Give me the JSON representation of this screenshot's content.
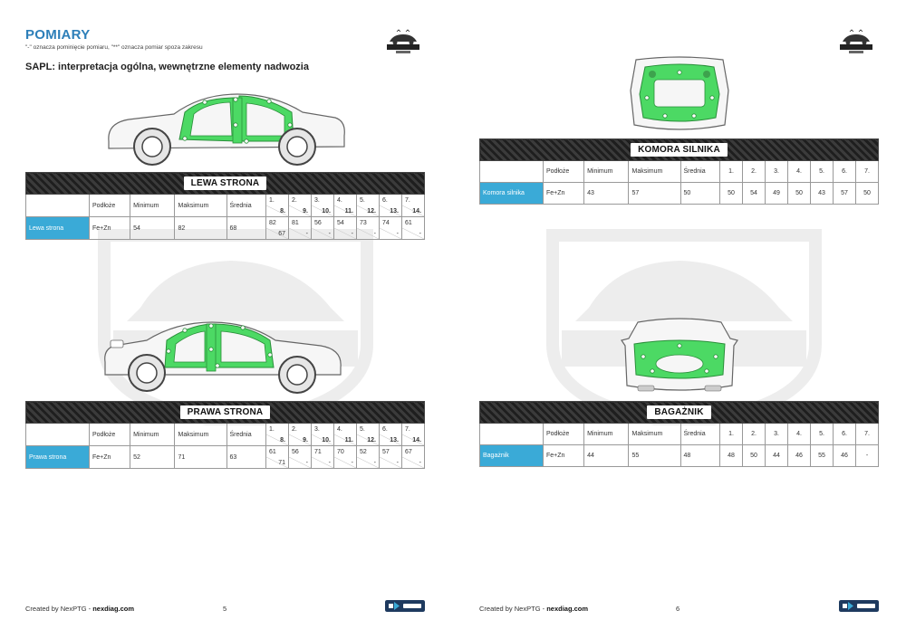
{
  "left_page": {
    "title": "POMIARY",
    "note": "\"-\" oznacza pominięcie pomiaru, \"**\" oznacza pomiar spoza zakresu",
    "subtitle": "SAPL: interpretacja ogólna, wewnętrzne elementy nadwozia",
    "logo_icon": "ft-automotive-logo",
    "tables": [
      {
        "header": "LEWA STRONA",
        "columns": [
          "Podłoże",
          "Minimum",
          "Maksimum",
          "Średnia"
        ],
        "point_labels": [
          [
            "1.",
            "8."
          ],
          [
            "2.",
            "9."
          ],
          [
            "3.",
            "10."
          ],
          [
            "4.",
            "11."
          ],
          [
            "5.",
            "12."
          ],
          [
            "6.",
            "13."
          ],
          [
            "7.",
            "14."
          ]
        ],
        "row_label": "Lewa strona",
        "substrate": "Fe+Zn",
        "min": "54",
        "max": "82",
        "avg": "68",
        "point_values": [
          [
            "82",
            "67"
          ],
          [
            "81",
            "-"
          ],
          [
            "56",
            "-"
          ],
          [
            "54",
            "-"
          ],
          [
            "73",
            "-"
          ],
          [
            "74",
            "-"
          ],
          [
            "61",
            "-"
          ]
        ]
      },
      {
        "header": "PRAWA STRONA",
        "columns": [
          "Podłoże",
          "Minimum",
          "Maksimum",
          "Średnia"
        ],
        "point_labels": [
          [
            "1.",
            "8."
          ],
          [
            "2.",
            "9."
          ],
          [
            "3.",
            "10."
          ],
          [
            "4.",
            "11."
          ],
          [
            "5.",
            "12."
          ],
          [
            "6.",
            "13."
          ],
          [
            "7.",
            "14."
          ]
        ],
        "row_label": "Prawa strona",
        "substrate": "Fe+Zn",
        "min": "52",
        "max": "71",
        "avg": "63",
        "point_values": [
          [
            "61",
            "71"
          ],
          [
            "56",
            "-"
          ],
          [
            "71",
            "-"
          ],
          [
            "70",
            "-"
          ],
          [
            "52",
            "-"
          ],
          [
            "57",
            "-"
          ],
          [
            "67",
            "-"
          ]
        ]
      }
    ],
    "footer_text": "Created by NexPTG - ",
    "footer_link": "nexdiag.com",
    "page_number": "5"
  },
  "right_page": {
    "logo_icon": "ft-automotive-logo",
    "tables": [
      {
        "header": "KOMORA SILNIKA",
        "columns": [
          "Podłoże",
          "Minimum",
          "Maksimum",
          "Średnia"
        ],
        "points": [
          "1.",
          "2.",
          "3.",
          "4.",
          "5.",
          "6.",
          "7."
        ],
        "row_label": "Komora silnika",
        "substrate": "Fe+Zn",
        "min": "43",
        "max": "57",
        "avg": "50",
        "values": [
          "50",
          "54",
          "49",
          "50",
          "43",
          "57",
          "50"
        ]
      },
      {
        "header": "BAGAŻNIK",
        "columns": [
          "Podłoże",
          "Minimum",
          "Maksimum",
          "Średnia"
        ],
        "points": [
          "1.",
          "2.",
          "3.",
          "4.",
          "5.",
          "6.",
          "7."
        ],
        "row_label": "Bagażnik",
        "substrate": "Fe+Zn",
        "min": "44",
        "max": "55",
        "avg": "48",
        "values": [
          "48",
          "50",
          "44",
          "46",
          "55",
          "46",
          "-"
        ]
      }
    ],
    "footer_text": "Created by NexPTG - ",
    "footer_link": "nexdiag.com",
    "page_number": "6"
  },
  "brand": {
    "nexdiag_logo": "NexDiag",
    "accent": "#3aaad7",
    "title_color": "#2d7fb9",
    "highlight_green": "#4cd964"
  }
}
